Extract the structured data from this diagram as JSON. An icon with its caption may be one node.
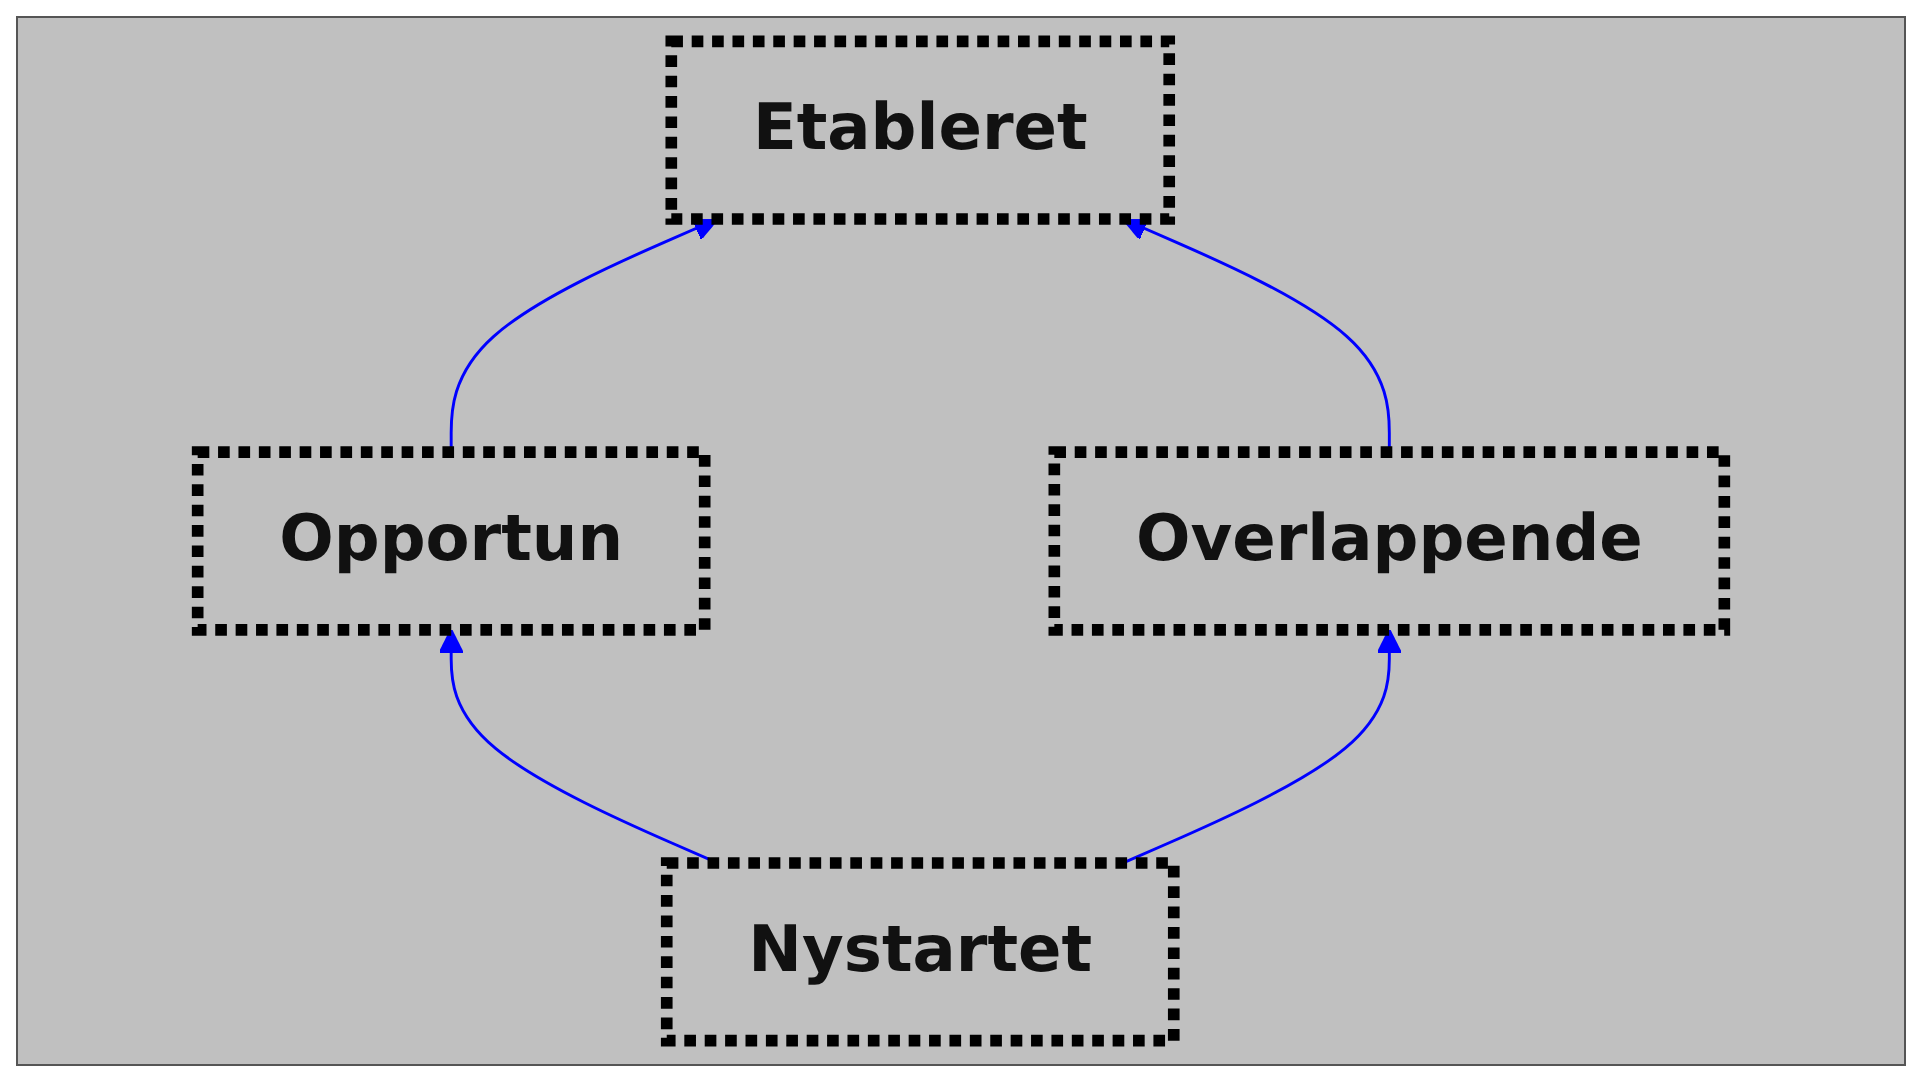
{
  "diagram": {
    "nodes": [
      {
        "text": [
          "Etableret"
        ]
      },
      {
        "text": [
          "Opportun"
        ]
      },
      {
        "text": [
          "Overlappende"
        ]
      },
      {
        "text": [
          "Nystartet"
        ]
      }
    ],
    "edges": [
      {
        "from": 1,
        "to": 0,
        "arrow": "to"
      },
      {
        "from": 2,
        "to": 0,
        "arrow": "to"
      },
      {
        "from": 3,
        "to": 1,
        "arrow": "to"
      },
      {
        "from": 3,
        "to": 2,
        "arrow": "to"
      }
    ]
  }
}
